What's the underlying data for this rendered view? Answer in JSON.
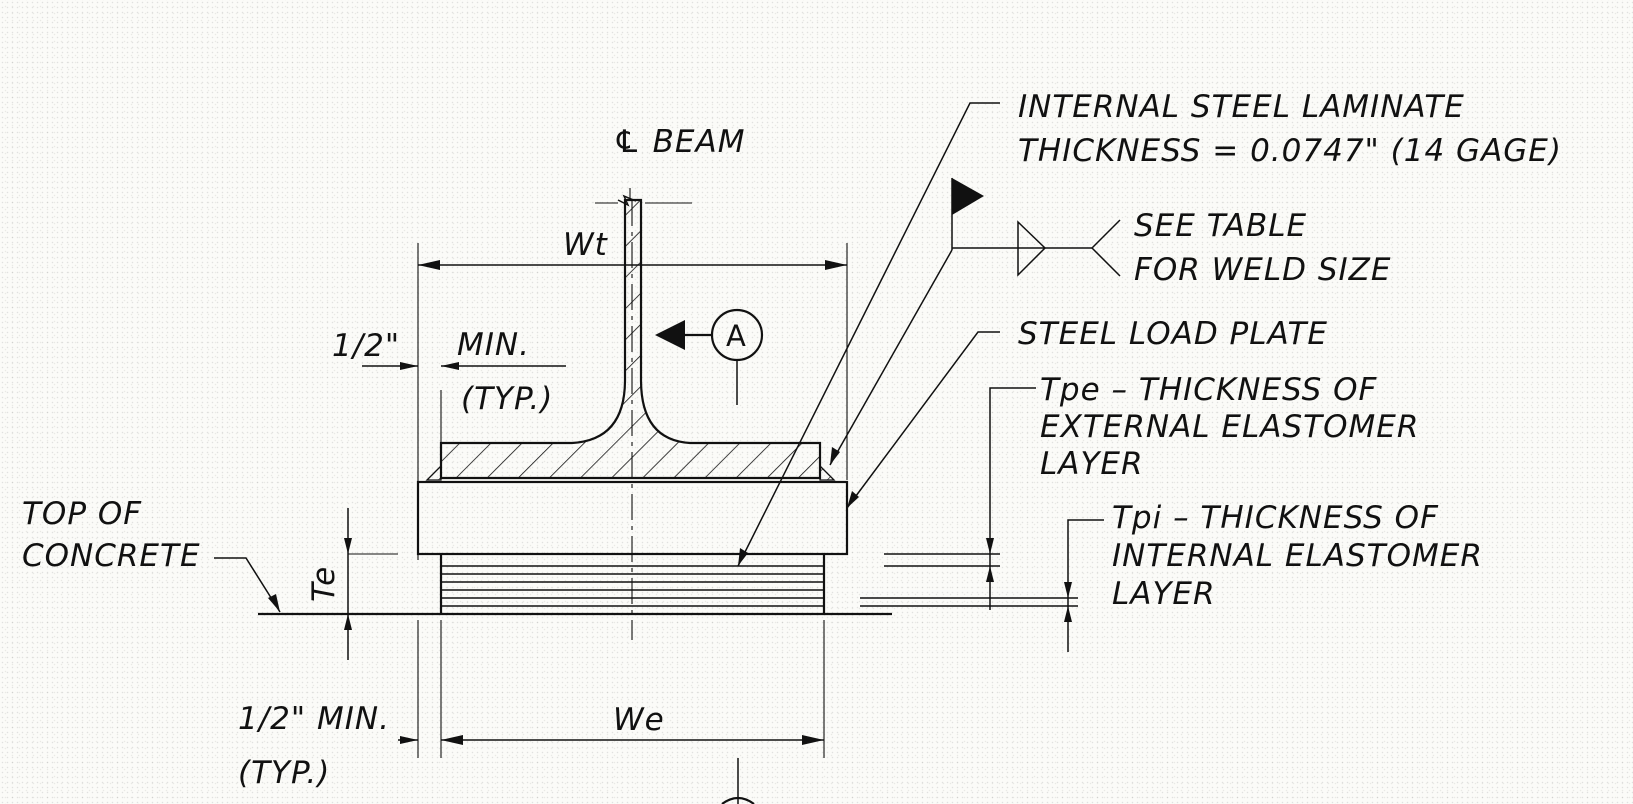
{
  "labels": {
    "cl_beam": "℄ BEAM",
    "wt": "Wt",
    "half_inch_top": "1/2\"",
    "min_top": "MIN.",
    "typ_top": "(TYP.)",
    "section_marker": "A",
    "laminate_line1": "INTERNAL STEEL LAMINATE",
    "laminate_line2": "THICKNESS = 0.0747\" (14 GAGE)",
    "weld_line1": "SEE TABLE",
    "weld_line2": "FOR WELD SIZE",
    "load_plate": "STEEL LOAD PLATE",
    "tpe_line1": "Tpe – THICKNESS OF",
    "tpe_line2": "EXTERNAL ELASTOMER",
    "tpe_line3": "LAYER",
    "tpi_line1": "Tpi – THICKNESS OF",
    "tpi_line2": "INTERNAL ELASTOMER",
    "tpi_line3": "LAYER",
    "concrete_line1": "TOP OF",
    "concrete_line2": "CONCRETE",
    "te": "Te",
    "half_inch_bottom": "1/2\" MIN.",
    "typ_bottom": "(TYP.)",
    "we": "We"
  }
}
